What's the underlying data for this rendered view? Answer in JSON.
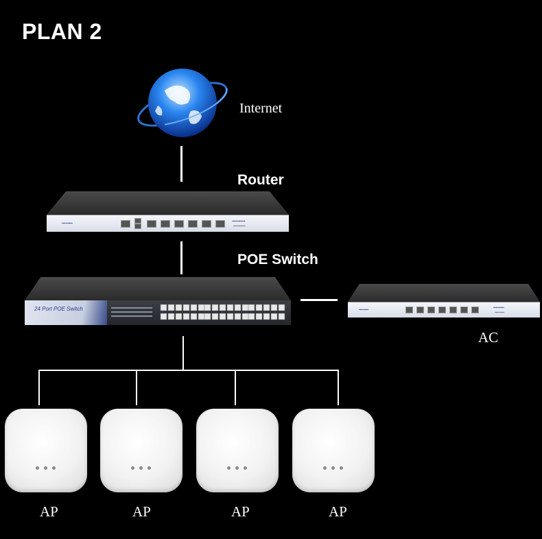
{
  "title": "PLAN 2",
  "nodes": {
    "internet": "Internet",
    "router": "Router",
    "poe_switch": "POE Switch",
    "ac": "AC",
    "ap_labels": [
      "AP",
      "AP",
      "AP",
      "AP"
    ]
  },
  "switch_front_text": "24 Port POE Switch",
  "colors": {
    "background": "#000000",
    "line": "#ffffff",
    "globe": "#1e6fe0",
    "panel_accent": "#2a3b8f"
  }
}
